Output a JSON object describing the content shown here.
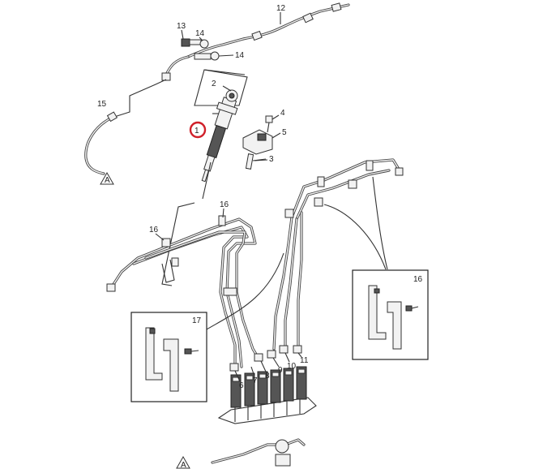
{
  "callouts": {
    "c1": "1",
    "c2": "2",
    "c3": "3",
    "c4": "4",
    "c5": "5",
    "c6": "6",
    "c7": "7",
    "c8": "8",
    "c9": "9",
    "c10": "10",
    "c11": "11",
    "c12": "12",
    "c13": "13",
    "c14a": "14",
    "c14b": "14",
    "c15": "15",
    "c16a": "16",
    "c16b": "16",
    "c16c": "16",
    "c17": "17"
  },
  "ref_marks": {
    "top": "A",
    "bottom": "A"
  },
  "highlight_color": "#d0202a",
  "line_color": "#333333"
}
